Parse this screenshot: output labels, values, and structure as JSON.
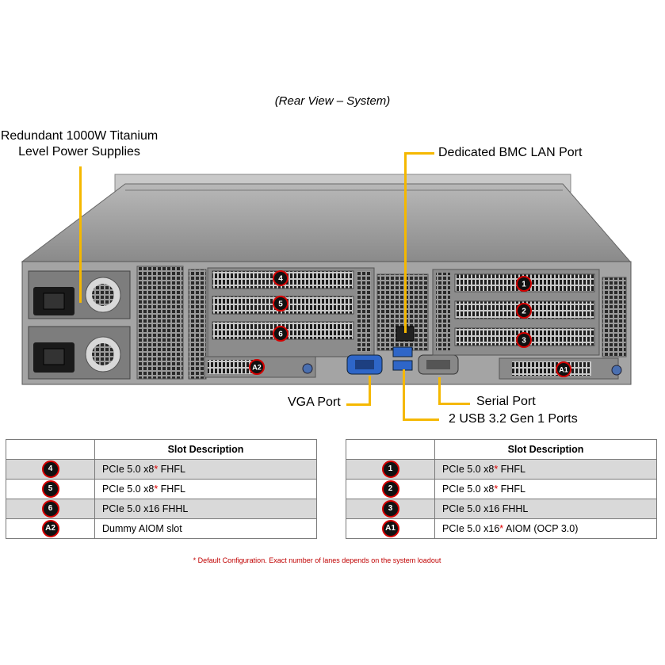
{
  "view_title": "(Rear View – System)",
  "callouts": {
    "psu_line1": "Redundant  1000W Titanium",
    "psu_line2": "Level Power Supplies",
    "bmc": "Dedicated BMC LAN Port",
    "vga": "VGA Port",
    "serial": "Serial Port",
    "usb": "2 USB 3.2 Gen 1 Ports"
  },
  "slot_markers": [
    "4",
    "5",
    "6",
    "A2",
    "1",
    "2",
    "3",
    "A1"
  ],
  "left_table": {
    "header": "Slot Description",
    "rows": [
      {
        "slot": "4",
        "desc": "PCIe 5.0 x8",
        "mark": "*",
        "suffix": " FHFL"
      },
      {
        "slot": "5",
        "desc": "PCIe 5.0 x8",
        "mark": "*",
        "suffix": " FHFL"
      },
      {
        "slot": "6",
        "desc": "PCIe 5.0 x16 FHHL",
        "mark": "",
        "suffix": ""
      },
      {
        "slot": "A2",
        "desc": "Dummy AIOM slot",
        "mark": "",
        "suffix": ""
      }
    ]
  },
  "right_table": {
    "header": "Slot Description",
    "rows": [
      {
        "slot": "1",
        "desc": "PCIe 5.0 x8",
        "mark": "*",
        "suffix": " FHFL"
      },
      {
        "slot": "2",
        "desc": "PCIe 5.0 x8",
        "mark": "*",
        "suffix": " FHFL"
      },
      {
        "slot": "3",
        "desc": "PCIe 5.0 x16 FHHL",
        "mark": "",
        "suffix": ""
      },
      {
        "slot": "A1",
        "desc": "PCIe 5.0 x16",
        "mark": "*",
        "suffix": " AIOM (OCP 3.0)"
      }
    ]
  },
  "footnote": "* Default Configuration. Exact number of lanes depends on the system loadout",
  "colors": {
    "leader": "#f5b800",
    "badge_ring": "#d40000",
    "footnote": "#c00000",
    "chassis": "#8e8e8e"
  }
}
